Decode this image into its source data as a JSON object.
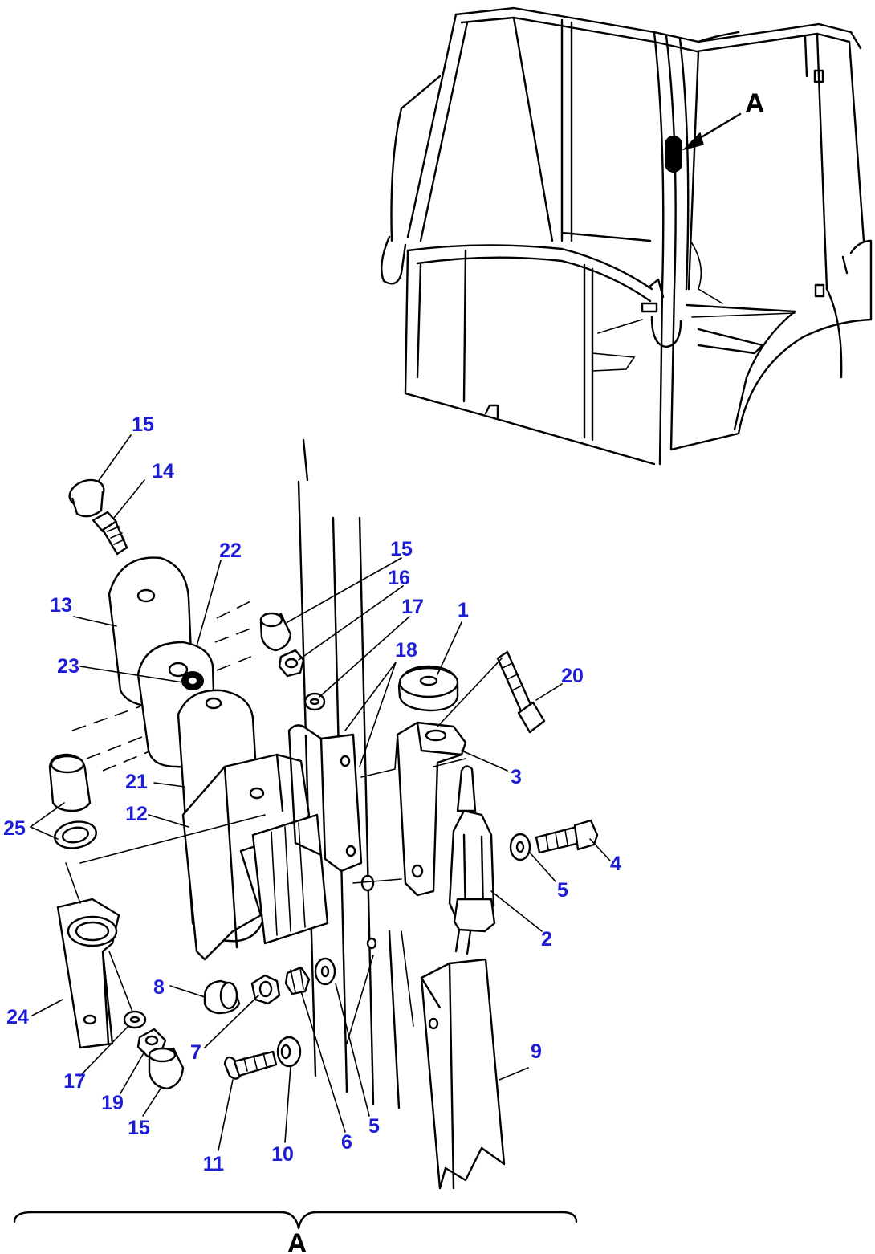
{
  "view_letter": "A",
  "callouts": [
    {
      "label": "15"
    },
    {
      "label": "14"
    },
    {
      "label": "22"
    },
    {
      "label": "13"
    },
    {
      "label": "23"
    },
    {
      "label": "21"
    },
    {
      "label": "12"
    },
    {
      "label": "25"
    },
    {
      "label": "24"
    },
    {
      "label": "17"
    },
    {
      "label": "19"
    },
    {
      "label": "15"
    },
    {
      "label": "8"
    },
    {
      "label": "7"
    },
    {
      "label": "11"
    },
    {
      "label": "10"
    },
    {
      "label": "6"
    },
    {
      "label": "5"
    },
    {
      "label": "15"
    },
    {
      "label": "16"
    },
    {
      "label": "17"
    },
    {
      "label": "18"
    },
    {
      "label": "1"
    },
    {
      "label": "20"
    },
    {
      "label": "3"
    },
    {
      "label": "4"
    },
    {
      "label": "5"
    },
    {
      "label": "2"
    },
    {
      "label": "9"
    }
  ]
}
